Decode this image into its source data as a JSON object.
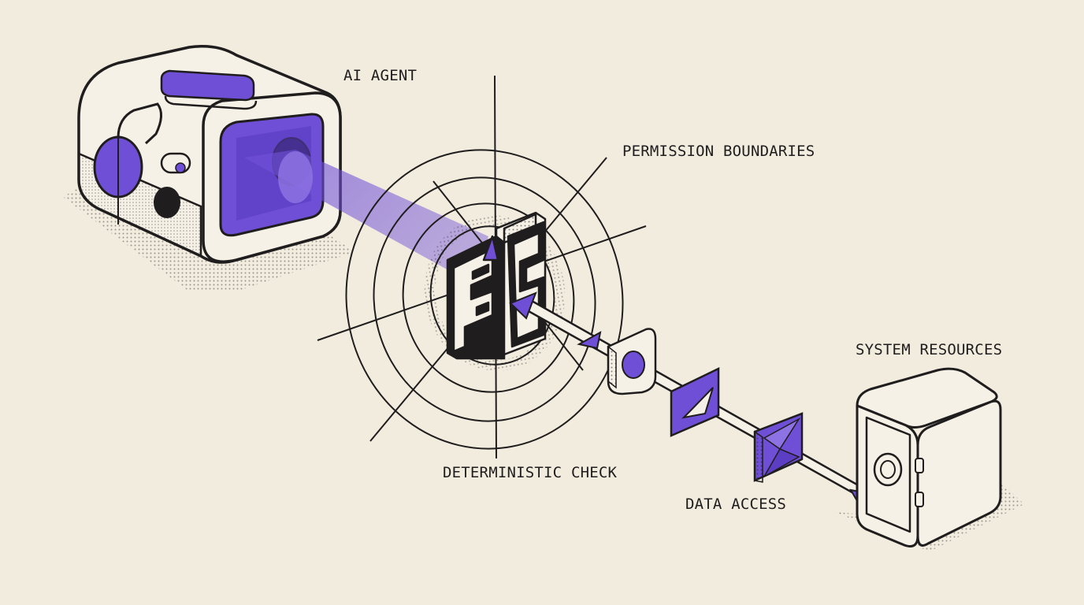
{
  "colors": {
    "background": "#f2ecdf",
    "accent": "#6f4fd6",
    "ink": "#1f1d1d",
    "paper": "#f6f1e6"
  },
  "labels": {
    "agent": "AI AGENT",
    "permission": "PERMISSION BOUNDARIES",
    "check": "DETERMINISTIC CHECK",
    "data_access": "DATA ACCESS",
    "system": "SYSTEM RESOURCES"
  },
  "icons": [
    "robot-agent-icon",
    "target-rings-icon",
    "maze-gate-icon",
    "pipe-arrow-icon",
    "safe-vault-icon"
  ]
}
